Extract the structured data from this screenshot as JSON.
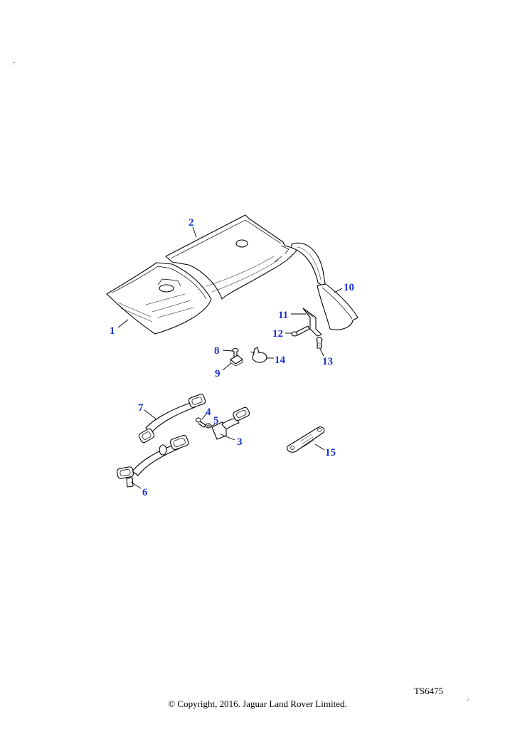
{
  "callouts": [
    "1",
    "2",
    "3",
    "4",
    "5",
    "6",
    "7",
    "8",
    "9",
    "10",
    "11",
    "12",
    "13",
    "14",
    "15"
  ],
  "reference": "TS6475",
  "copyright": "© Copyright, 2016. Jaguar Land Rover Limited.",
  "colors": {
    "callout": "#1a33cc",
    "line": "#000000",
    "background": "#ffffff"
  }
}
